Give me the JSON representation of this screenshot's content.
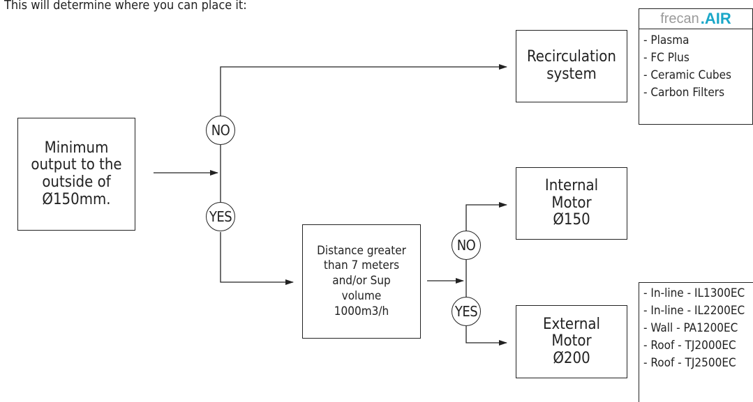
{
  "intro_text": "This will determine where you can place it:",
  "start_box": "Minimum\noutput to the\noutside of\nØ150mm.",
  "decision_1": {
    "no": "NO",
    "yes": "YES"
  },
  "decision_box": "Distance greater\nthan 7 meters\nand/or Sup\nvolume\n1000m3/h",
  "decision_2": {
    "no": "NO",
    "yes": "YES"
  },
  "recirculation_box": "Recirculation\nsystem",
  "internal_motor_box": "Internal\nMotor\nØ150",
  "external_motor_box": "External\nMotor\nØ200",
  "frecan_panel": {
    "logo_word": "frecan",
    "logo_air": ".AIR",
    "items": [
      "- Plasma",
      "- FC Plus",
      "- Ceramic Cubes",
      "- Carbon Filters"
    ]
  },
  "external_options": [
    "- In-line - IL1300EC",
    "- In-line - IL2200EC",
    "- Wall - PA1200EC",
    "- Roof - TJ2000EC",
    "- Roof - TJ2500EC"
  ],
  "colors": {
    "line": "#222222",
    "logo_grey": "#9a9a9a",
    "logo_accent": "#1aa7c8"
  }
}
